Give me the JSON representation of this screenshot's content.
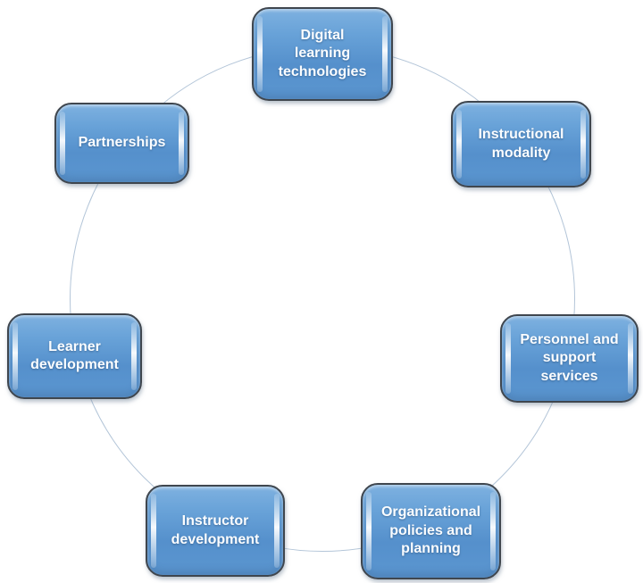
{
  "diagram": {
    "type": "cycle",
    "nodes": [
      {
        "label": "Digital learning technologies"
      },
      {
        "label": "Instructional modality"
      },
      {
        "label": "Personnel and support services"
      },
      {
        "label": "Organizational policies and planning"
      },
      {
        "label": "Instructor development"
      },
      {
        "label": "Learner development"
      },
      {
        "label": "Partnerships"
      }
    ],
    "colors": {
      "node_fill": "#5b9bd5",
      "node_fill_light": "#7eb1e0",
      "node_border": "#3f464e",
      "node_text": "#ffffff",
      "edge_highlight": "#d9eef9",
      "circle_stroke": "#b3c5d8",
      "background": "#ffffff"
    }
  }
}
